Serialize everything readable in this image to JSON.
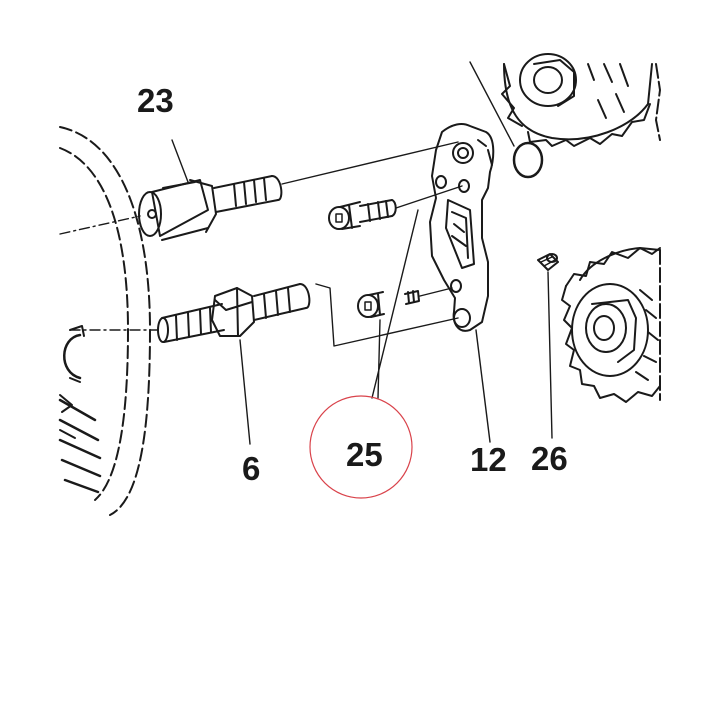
{
  "diagram": {
    "callouts": [
      {
        "id": "23",
        "label": "23"
      },
      {
        "id": "6",
        "label": "6"
      },
      {
        "id": "25",
        "label": "25"
      },
      {
        "id": "12",
        "label": "12"
      },
      {
        "id": "26",
        "label": "26"
      }
    ],
    "highlight_color": "#d9434b",
    "line_color": "#1a1a1a"
  }
}
